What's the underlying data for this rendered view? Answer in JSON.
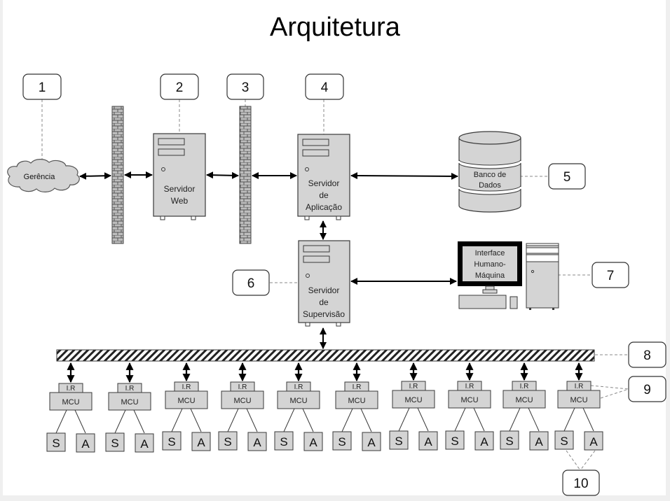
{
  "title": "Arquitetura",
  "callouts": [
    "1",
    "2",
    "3",
    "4",
    "5",
    "6",
    "7",
    "8",
    "9",
    "10"
  ],
  "nodes": {
    "cloud": "Gerência",
    "web_server": [
      "Servidor",
      "Web"
    ],
    "app_server": [
      "Servidor",
      "de",
      "Aplicação"
    ],
    "database": [
      "Banco de",
      "Dados"
    ],
    "supervision_server": [
      "Servidor",
      "de",
      "Supervisão"
    ],
    "hmi": [
      "Interface",
      "Humano-",
      "Máquina"
    ]
  },
  "field_units": {
    "count": 10,
    "ir_label": "I.R",
    "mcu_label": "MCU",
    "sensor_label": "S",
    "actuator_label": "A"
  },
  "colors": {
    "box_fill": "#d4d4d4",
    "stroke": "#3a3a3a",
    "brick": "#7a7a7a",
    "background": "#ffffff",
    "frame": "#efefef"
  }
}
